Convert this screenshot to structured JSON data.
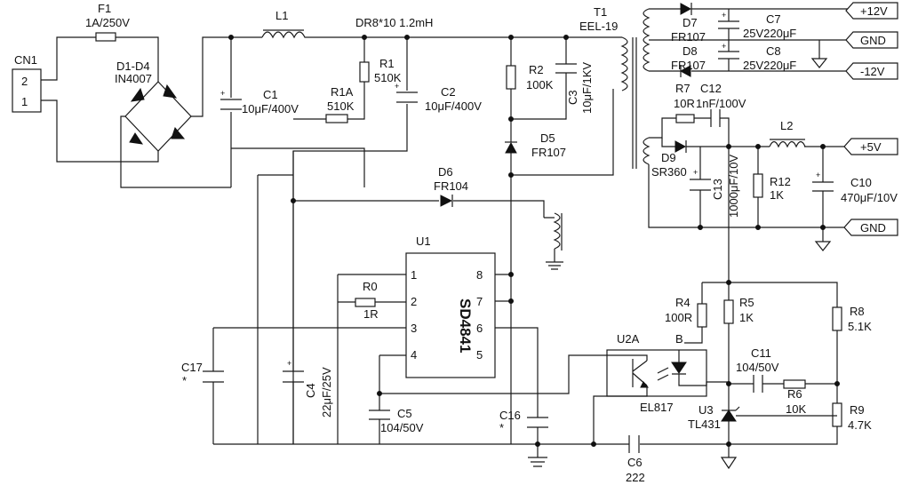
{
  "title": "",
  "labels": {
    "cn1": "CN1",
    "cn1_p2": "2",
    "cn1_p1": "1",
    "f1": "F1",
    "f1_val": "1A/250V",
    "l1": "L1",
    "l1_val": "DR8*10  1.2mH",
    "t1": "T1",
    "t1_val": "EEL-19",
    "d1": "D1-D4",
    "d1_val": "IN4007",
    "c1": "C1",
    "c1_val": "10μF/400V",
    "r1a": "R1A",
    "r1a_val": "510K",
    "r1": "R1",
    "r1_val": "510K",
    "c2": "C2",
    "c2_val": "10μF/400V",
    "r2": "R2",
    "r2_val": "100K",
    "c3": "C3",
    "c3_val": "10μF/1KV",
    "d5": "D5",
    "d5_val": "FR107",
    "d6": "D6",
    "d6_val": "FR104",
    "u1": "U1",
    "u1_name": "SD4841",
    "pin1": "1",
    "pin2": "2",
    "pin3": "3",
    "pin4": "4",
    "pin5": "5",
    "pin6": "6",
    "pin7": "7",
    "pin8": "8",
    "r0": "R0",
    "r0_val": "1R",
    "c17": "C17",
    "c17_star": "*",
    "c4": "C4",
    "c4_val": "22μF/25V",
    "c5": "C5",
    "c5_val": "104/50V",
    "c16": "C16",
    "c16_star": "*",
    "c6": "C6",
    "c6_val": "222",
    "d7": "D7",
    "d7_val": "FR107",
    "c7": "C7",
    "c7_val": "25V220μF",
    "d8": "D8",
    "d8_val": "FR107",
    "c8": "C8",
    "c8_val": "25V220μF",
    "r7": "R7",
    "r7_val": "10R",
    "c12": "C12",
    "c12_val": "1nF/100V",
    "d9": "D9",
    "d9_val": "SR360",
    "c13": "C13",
    "c13_val": "1000μF/10V",
    "l2": "L2",
    "r12": "R12",
    "r12_val": "1K",
    "c10": "C10",
    "c10_val": "470μF/10V",
    "r4": "R4",
    "r4_val": "100R",
    "r5": "R5",
    "r5_val": "1K",
    "r8": "R8",
    "r8_val": "5.1K",
    "r9": "R9",
    "r9_val": "4.7K",
    "u2a": "U2A",
    "u2b": "B",
    "el817": "EL817",
    "c11": "C11",
    "c11_val": "104/50V",
    "r6": "R6",
    "r6_val": "10K",
    "u3": "U3",
    "u3_val": "TL431"
  },
  "outputs": {
    "p12v": "+12V",
    "gnd1": "GND",
    "m12v": "-12V",
    "p5v": "+5V",
    "gnd2": "GND"
  }
}
